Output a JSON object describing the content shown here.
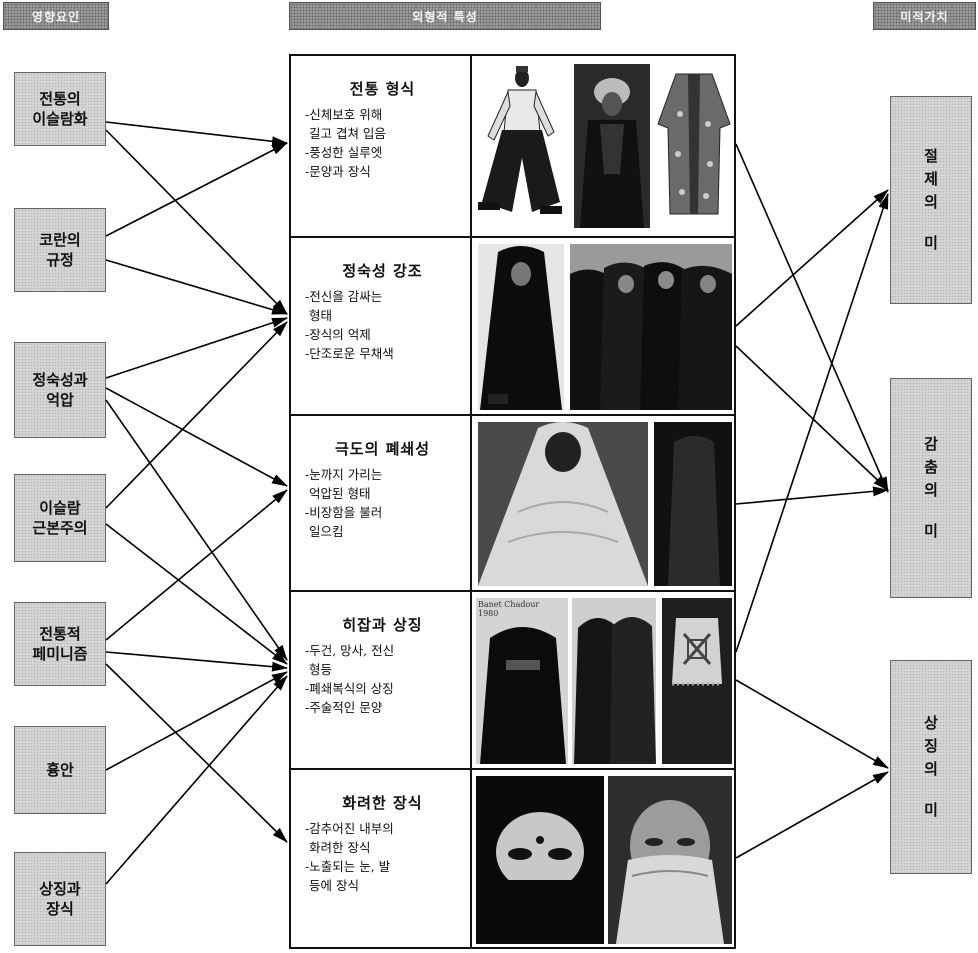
{
  "headers": {
    "factors": "영향요인",
    "features": "외형적 특성",
    "aesthetics": "미적가치"
  },
  "factors": [
    {
      "label": "전통의\n이슬람화"
    },
    {
      "label": "코란의\n규정"
    },
    {
      "label": "정숙성과\n억압"
    },
    {
      "label": "이슬람\n근본주의"
    },
    {
      "label": "전통적\n페미니즘"
    },
    {
      "label": "흉안"
    },
    {
      "label": "상징과\n장식"
    }
  ],
  "features": [
    {
      "title": "전통 형식",
      "lines": [
        "-신체보호 위해",
        " 길고 겹쳐 입음",
        "-풍성한 실루엣",
        "-문양과 장식"
      ]
    },
    {
      "title": "정숙성 강조",
      "lines": [
        "-전신을 감싸는",
        " 형태",
        "-장식의 억제",
        "-단조로운 무채색"
      ]
    },
    {
      "title": "극도의 폐쇄성",
      "lines": [
        "-눈까지 가리는",
        " 억압된 형태",
        "-비장함을 불러",
        " 일으킴"
      ]
    },
    {
      "title": "히잡과 상징",
      "lines": [
        "-두건, 망사, 전신",
        " 형등",
        "-폐쇄복식의 상징",
        "-주술적인 문양"
      ]
    },
    {
      "title": "화려한 장식",
      "lines": [
        "-감추어진 내부의",
        " 화려한 장식",
        "-노출되는 눈, 발",
        " 등에 장식"
      ]
    }
  ],
  "photo_caption": "Banet Chadour\n1980",
  "aesthetics": [
    {
      "chars": [
        "절",
        "제",
        "의",
        "",
        "미"
      ]
    },
    {
      "chars": [
        "감",
        "춤",
        "의",
        "",
        "미"
      ]
    },
    {
      "chars": [
        "상",
        "징",
        "의",
        "",
        "미"
      ]
    }
  ]
}
